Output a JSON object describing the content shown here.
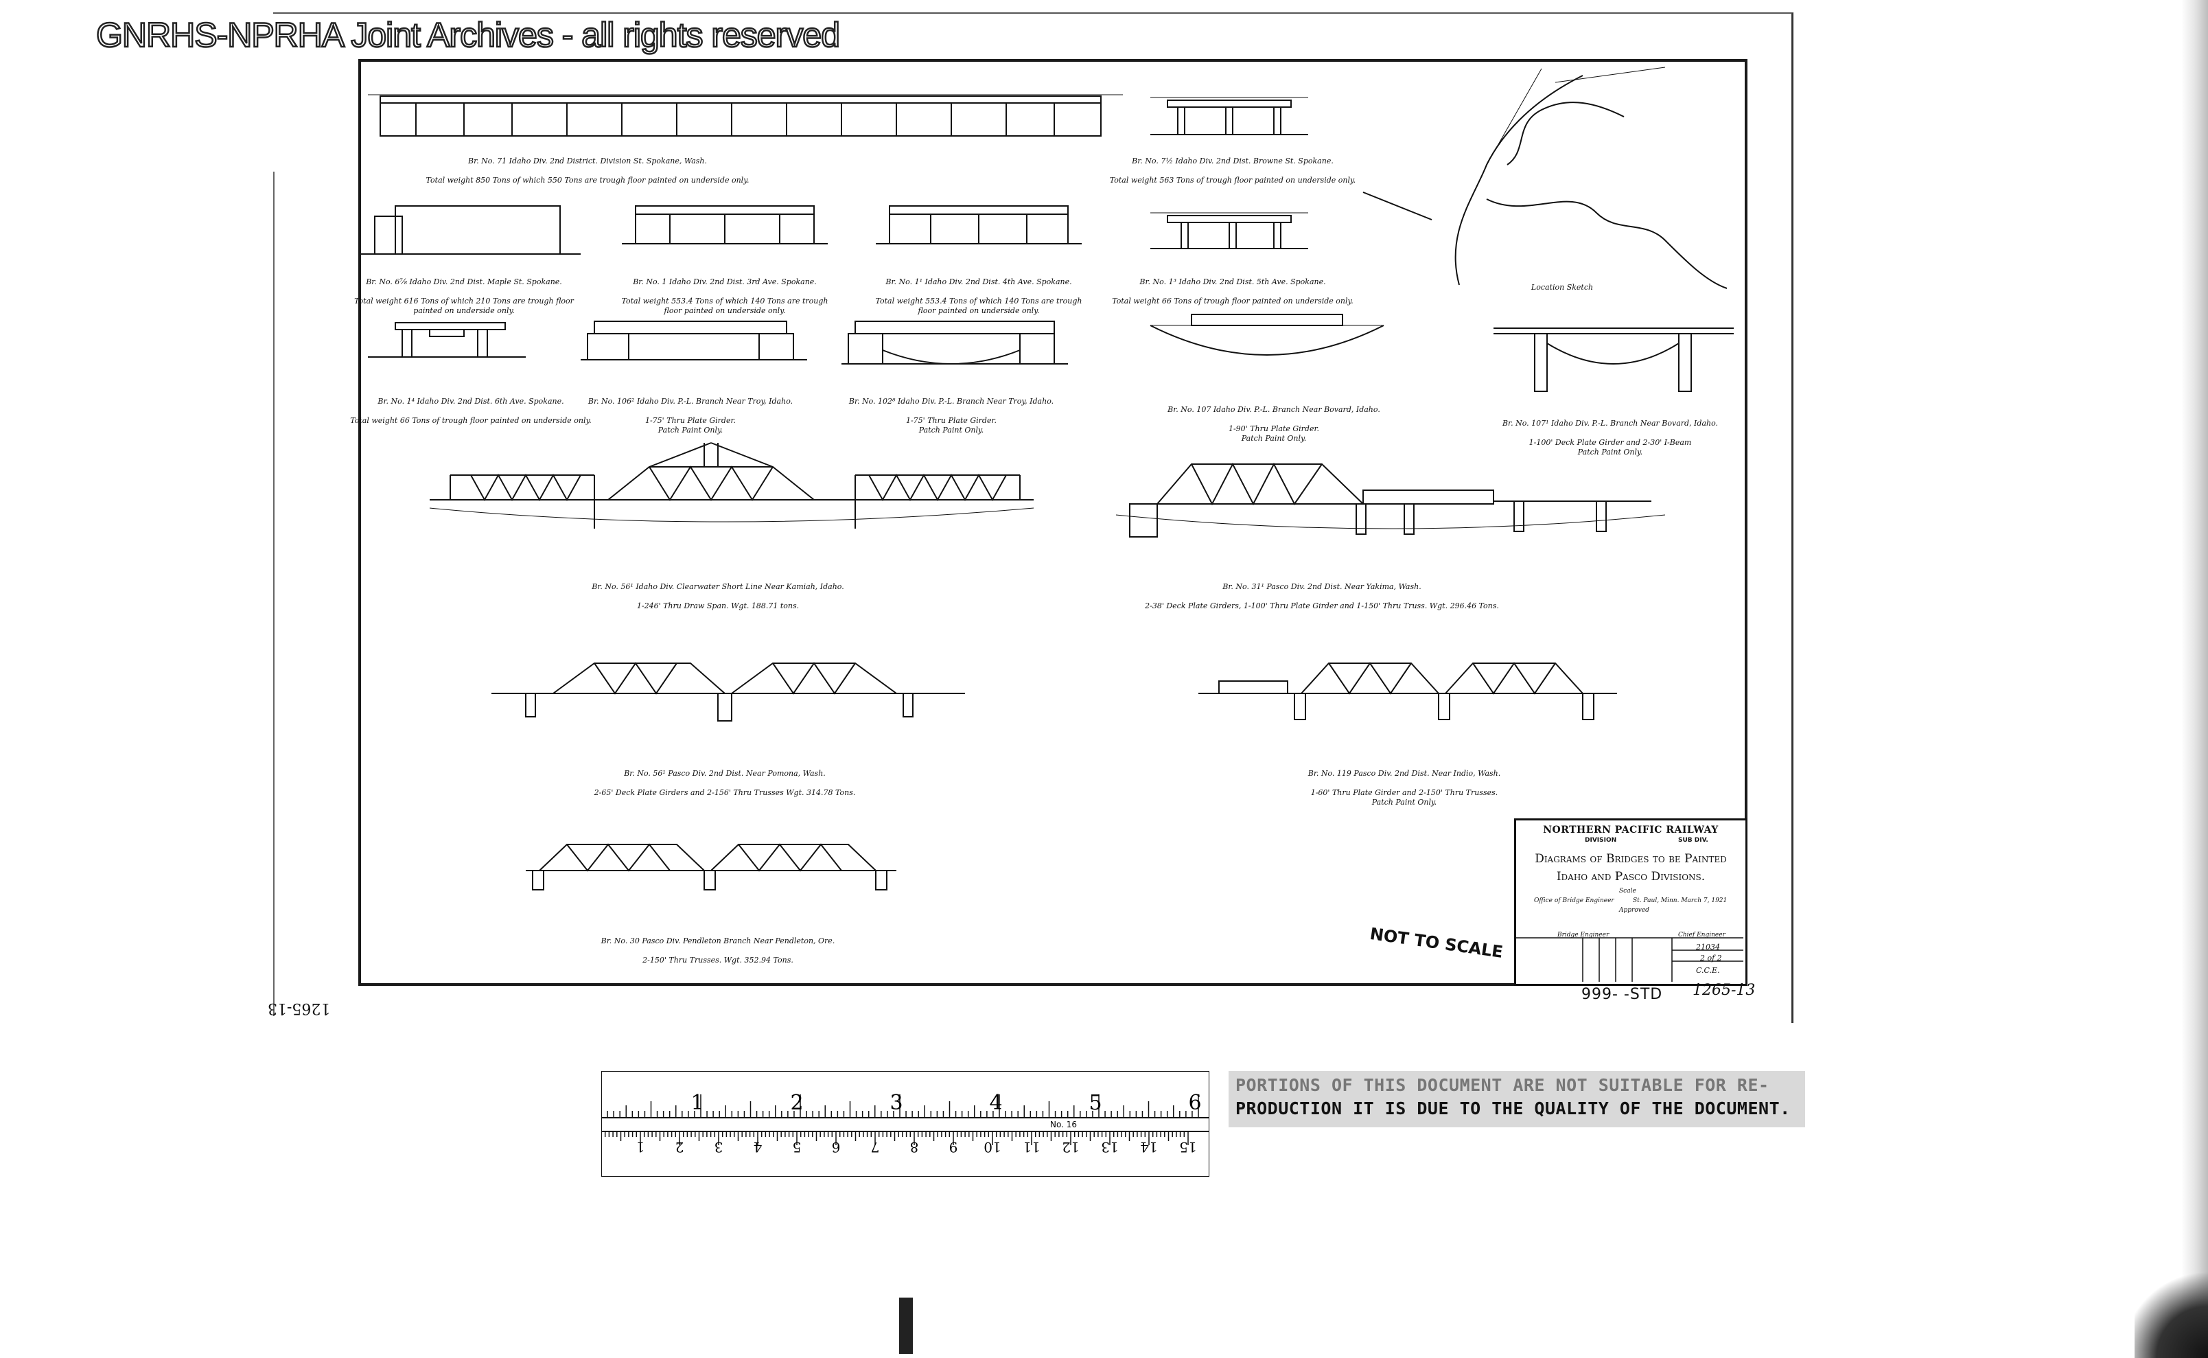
{
  "watermark": "GNRHS-NPRHA Joint Archives - all rights reserved",
  "captions": [
    {
      "line1": "Br. No. 71  Idaho Div.  2nd District.   Division St.  Spokane, Wash.",
      "line2": "Total weight 850 Tons of which 550 Tons are trough floor painted on underside only."
    },
    {
      "line1": "Br. No. 7½ Idaho Div. 2nd Dist.  Browne St.  Spokane.",
      "line2": "Total weight 563 Tons of trough floor painted on underside only."
    },
    {
      "line1": "Br. No. 6⅞ Idaho Div. 2nd Dist.  Maple St.  Spokane.",
      "line2": "Total weight 616 Tons of which 210 Tons are trough floor\npainted on underside only."
    },
    {
      "line1": "Br. No. 1 Idaho Div. 2nd Dist.   3rd Ave.  Spokane.",
      "line2": "Total weight 553.4 Tons of which 140 Tons are trough\nfloor painted on underside only."
    },
    {
      "line1": "Br. No. 1¹ Idaho Div. 2nd Dist.   4th Ave.  Spokane.",
      "line2": "Total weight 553.4 Tons of which 140 Tons are trough\nfloor painted on underside only."
    },
    {
      "line1": "Br. No. 1³ Idaho Div. 2nd Dist.  5th Ave.  Spokane.",
      "line2": "Total weight 66 Tons of trough floor painted on underside only."
    },
    {
      "line1": "Br. No. 1⁴ Idaho Div. 2nd Dist.  6th Ave.  Spokane.",
      "line2": "Total weight 66 Tons of trough floor painted on underside only."
    },
    {
      "line1": "Br. No. 106²  Idaho Div.  P.-L. Branch  Near Troy, Idaho.",
      "line2": "1-75' Thru Plate Girder.\nPatch Paint Only."
    },
    {
      "line1": "Br. No. 102⁸ Idaho Div.  P.-L. Branch   Near Troy, Idaho.",
      "line2": "1-75' Thru Plate Girder.\nPatch Paint Only."
    },
    {
      "line1": "Br. No. 107  Idaho Div.  P.-L. Branch  Near Bovard, Idaho.",
      "line2": "1-90' Thru Plate Girder.\nPatch Paint Only."
    },
    {
      "line1": "Br. No. 107¹ Idaho Div.  P.-L. Branch  Near Bovard, Idaho.",
      "line2": "1-100' Deck Plate Girder and 2-30' I-Beam\nPatch Paint Only."
    },
    {
      "line1": "Br. No. 56¹  Idaho Div.   Clearwater Short Line   Near Kamiah, Idaho.",
      "line2": "1-246' Thru Draw Span.          Wgt. 188.71 tons."
    },
    {
      "line1": "Br. No. 31¹ Pasco Div.  2nd Dist.  Near Yakima, Wash.",
      "line2": "2-38' Deck Plate Girders, 1-100' Thru Plate Girder and 1-150' Thru Truss.  Wgt. 296.46 Tons."
    },
    {
      "line1": "Br. No. 56¹  Pasco Div.  2nd Dist.  Near Pomona, Wash.",
      "line2": "2-65' Deck Plate Girders and 2-156' Thru Trusses  Wgt. 314.78 Tons."
    },
    {
      "line1": "Br. No. 119  Pasco Div.  2nd Dist.   Near Indio, Wash.",
      "line2": "1-60' Thru Plate Girder and  2-150' Thru Trusses.\nPatch Paint Only."
    },
    {
      "line1": "Br. No. 30  Pasco Div.  Pendleton Branch  Near Pendleton, Ore.",
      "line2": "2-150' Thru Trusses.                Wgt. 352.94 Tons."
    }
  ],
  "map": {
    "caption": "Location Sketch"
  },
  "title_block": {
    "railway": "NORTHERN PACIFIC RAILWAY",
    "division_label": "DIVISION",
    "subdiv_label": "SUB DIV.",
    "title_line1": "Diagrams of Bridges to be Painted",
    "title_line2": "Idaho and Pasco Divisions.",
    "scale_label": "Scale",
    "office": "Office of Bridge Engineer",
    "place_date": "St. Paul, Minn.  March  7, 1921",
    "approved": "Approved",
    "bridge_engineer": "Bridge Engineer",
    "chief_engineer": "Chief Engineer",
    "index_no": "21034",
    "sheet": "2 of 2",
    "initials": "C.C.E."
  },
  "not_to_scale": "NOT TO SCALE",
  "drawing_number": "999-  -STD",
  "drawing_number_hand": "1265-13",
  "side_mark": "1265-13",
  "ruler": {
    "top_numbers": [
      "1",
      "2",
      "3",
      "4",
      "5",
      "6"
    ],
    "model": "No. 16",
    "bottom_numbers": [
      "1",
      "2",
      "3",
      "4",
      "5",
      "6",
      "7",
      "8",
      "9",
      "10",
      "11",
      "12",
      "13",
      "14",
      "15"
    ]
  },
  "notice": {
    "line1": "PORTIONS OF THIS DOCUMENT ARE NOT SUITABLE FOR RE-",
    "line2": "PRODUCTION IT IS DUE TO THE QUALITY OF THE DOCUMENT."
  }
}
